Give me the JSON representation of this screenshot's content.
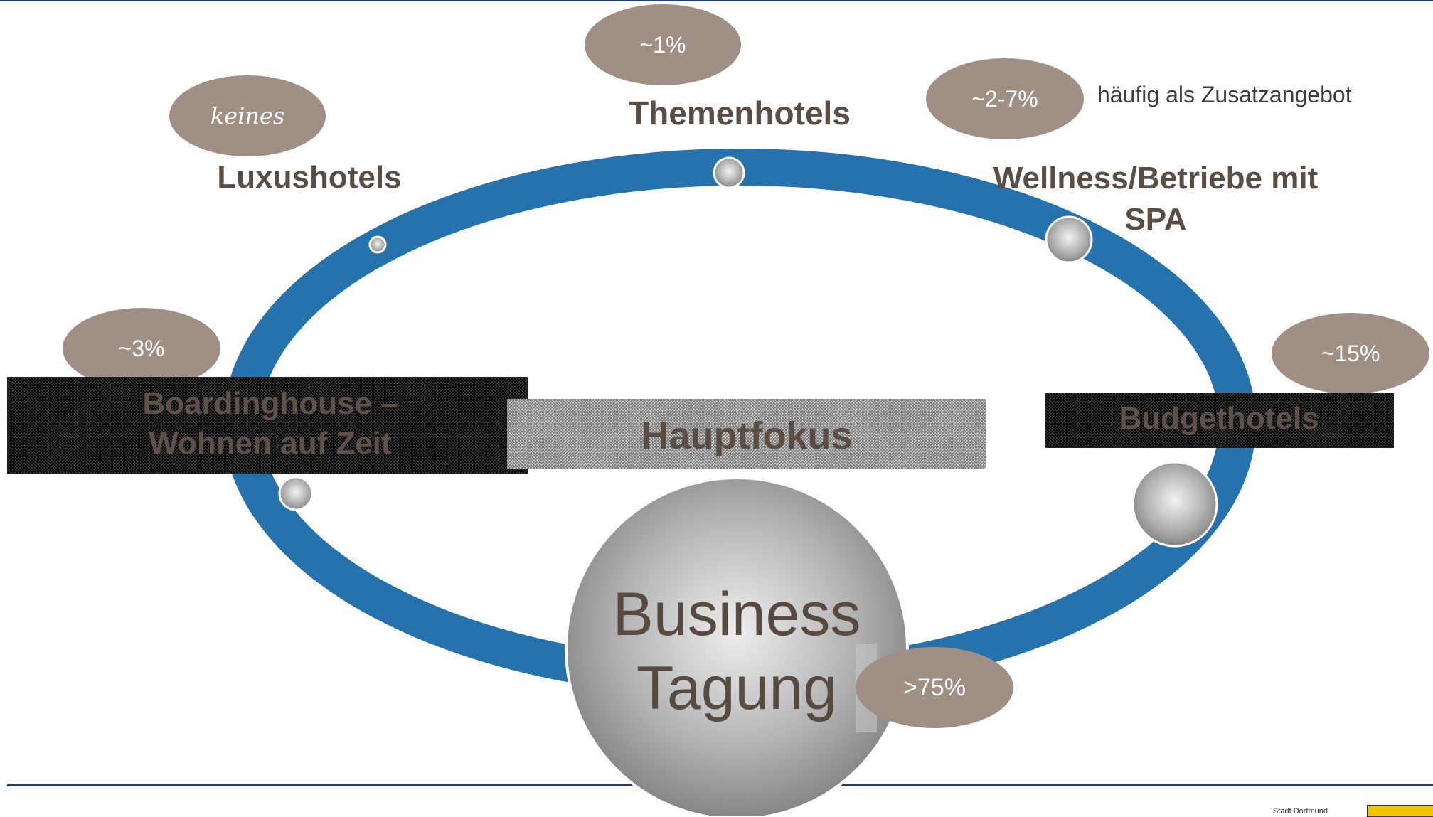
{
  "colors": {
    "ring": "#2672ad",
    "pill": "#9f8f85",
    "label": "#5a4e44",
    "rule": "#1f3f73"
  },
  "pills": {
    "luxus": "keines",
    "themen": "~1%",
    "wellness": "~2-7%",
    "boarding": "~3%",
    "budget": "~15%",
    "business": ">75%"
  },
  "labels": {
    "luxus": "Luxushotels",
    "themen": "Themenhotels",
    "wellness_line1": "Wellness/Betriebe mit",
    "wellness_line2": "SPA",
    "wellness_note": "häufig als Zusatzangebot",
    "boarding_line1": "Boardinghouse –",
    "boarding_line2": "Wohnen auf Zeit",
    "budget": "Budgethotels",
    "focus": "Hauptfokus",
    "center_line1": "Business",
    "center_line2": "Tagung"
  },
  "footer": {
    "org": "Stadt Dortmund"
  }
}
